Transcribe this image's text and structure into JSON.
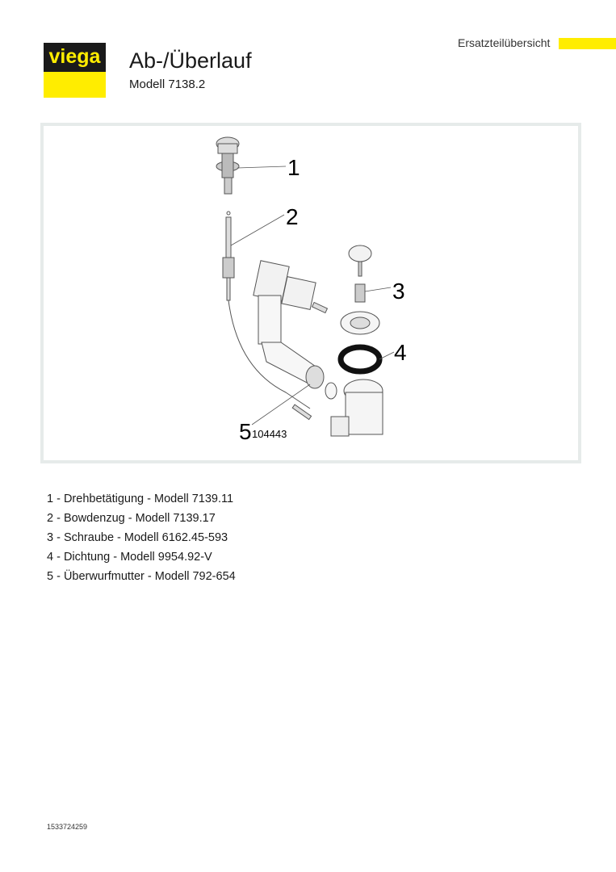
{
  "logo": {
    "text": "viega"
  },
  "header": {
    "title": "Ab-/Überlauf",
    "subtitle": "Modell 7138.2",
    "document_type": "Ersatzteilübersicht"
  },
  "drawing": {
    "callouts": [
      "1",
      "2",
      "3",
      "4",
      "5"
    ],
    "drawing_number": "104443"
  },
  "parts": [
    "1 - Drehbetätigung - Modell 7139.11",
    "2 - Bowdenzug - Modell 7139.17",
    "3 - Schraube - Modell 6162.45-593",
    "4 - Dichtung - Modell 9954.92-V",
    "5 - Überwurfmutter - Modell 792-654"
  ],
  "footer": {
    "doc_number": "1533724259"
  },
  "colors": {
    "brand_yellow": "#ffed00",
    "brand_black": "#1a1a1a",
    "frame": "#e6ebea"
  }
}
